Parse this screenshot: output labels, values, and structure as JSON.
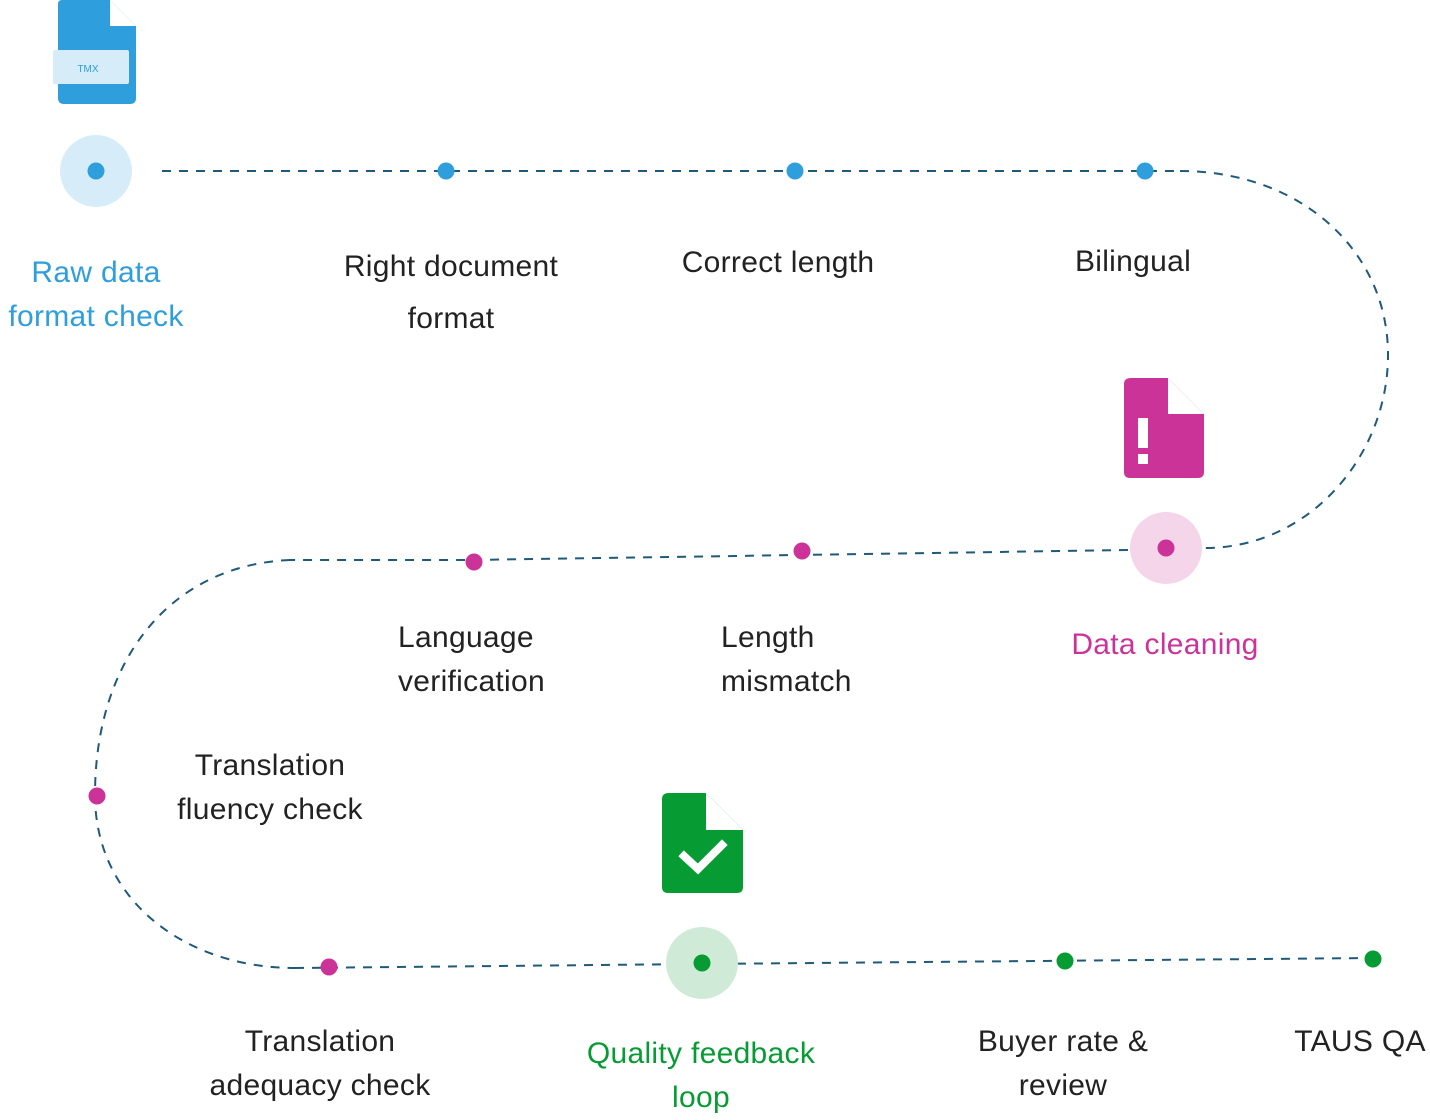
{
  "colors": {
    "blue": "#2E9FDC",
    "blue_halo": "#D6ECF8",
    "magenta": "#CC3399",
    "magenta_halo": "#F4D5EA",
    "green": "#069C33",
    "green_halo": "#CFEBD8",
    "path": "#1F5A7A",
    "text": "#222222"
  },
  "icons": {
    "tmx": {
      "name": "tmx-file-icon",
      "badge": "TMX"
    },
    "warning": {
      "name": "file-warning-icon"
    },
    "check": {
      "name": "file-check-icon"
    }
  },
  "stages": [
    {
      "id": "raw",
      "title": [
        "Raw data",
        "format check"
      ],
      "color": "blue"
    },
    {
      "id": "cleaning",
      "title": [
        "Data cleaning"
      ],
      "color": "magenta"
    },
    {
      "id": "feedback",
      "title": [
        "Quality feedback",
        "loop"
      ],
      "color": "green"
    }
  ],
  "steps": {
    "right_document_format": [
      "Right document",
      "format"
    ],
    "correct_length": [
      "Correct length"
    ],
    "bilingual": [
      "Bilingual"
    ],
    "length_mismatch": [
      "Length",
      "mismatch"
    ],
    "language_verification": [
      "Language",
      "verification"
    ],
    "translation_fluency_check": [
      "Translation",
      "fluency check"
    ],
    "translation_adequacy_check": [
      "Translation",
      "adequacy check"
    ],
    "buyer_rate_review": [
      "Buyer rate &",
      "review"
    ],
    "taus_qa": [
      "TAUS QA"
    ]
  }
}
